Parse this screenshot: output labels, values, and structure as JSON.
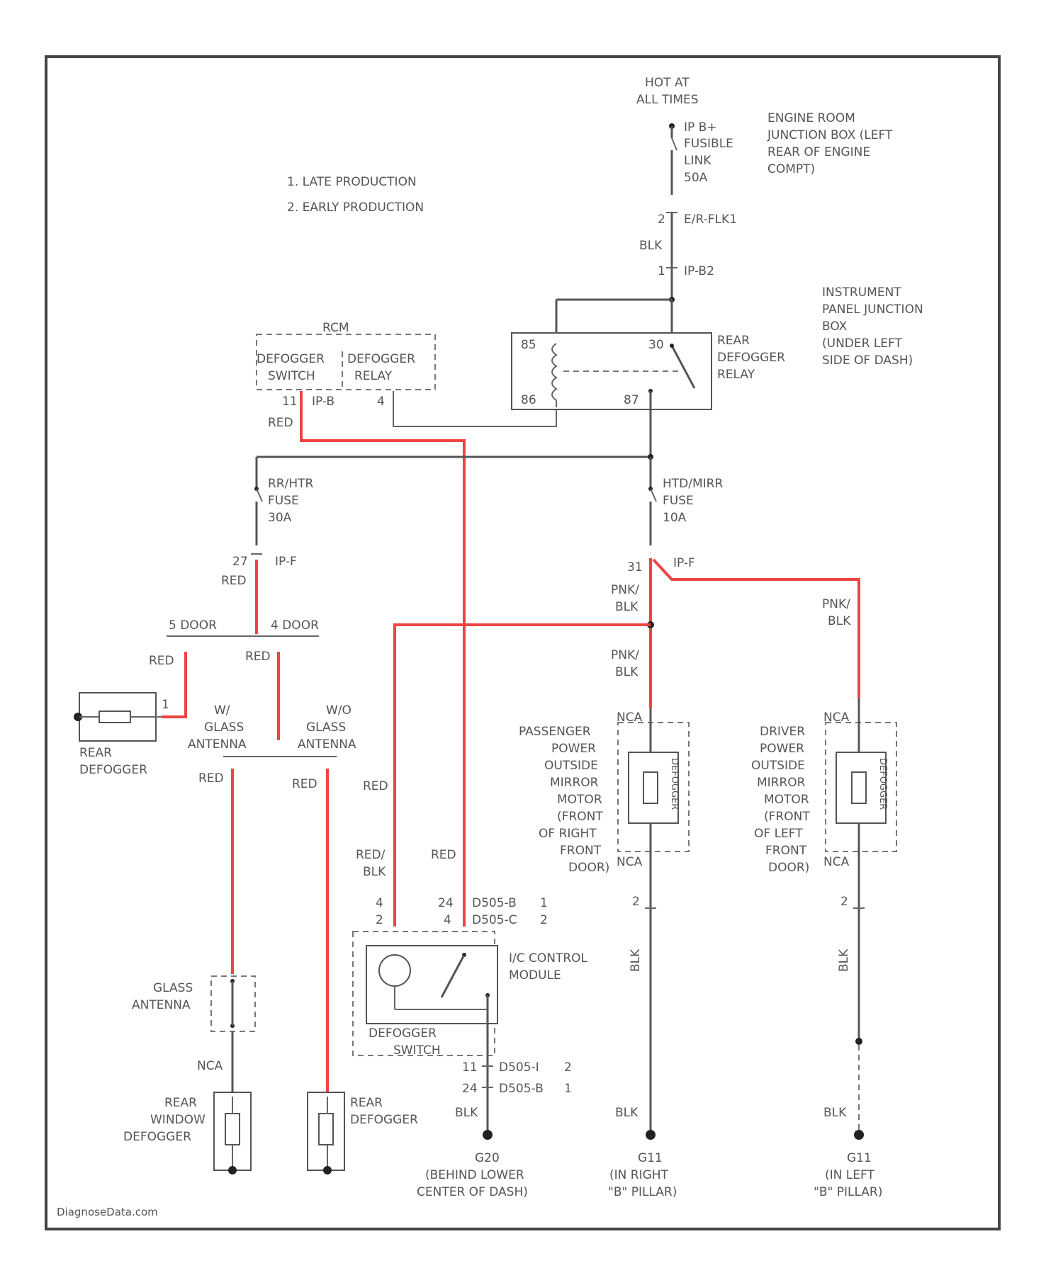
{
  "notes": [
    "1. LATE PRODUCTION",
    "2. EARLY PRODUCTION"
  ],
  "power": {
    "hot_label": [
      "HOT AT",
      "ALL TIMES"
    ],
    "fusible_link": [
      "IP B+",
      "FUSIBLE",
      "LINK",
      "50A"
    ],
    "engine_box": [
      "ENGINE ROOM",
      "JUNCTION BOX (LEFT",
      "REAR OF ENGINE",
      "COMPT)"
    ],
    "conn_er": "E/R-FLK1",
    "conn_er_pin": "2",
    "conn_ip": "IP-B2",
    "conn_ip_pin": "1",
    "wire_color": "BLK"
  },
  "relay": {
    "label": [
      "REAR",
      "DEFOGGER",
      "RELAY"
    ],
    "pins": [
      "85",
      "30",
      "86",
      "87"
    ],
    "ip_box": [
      "INSTRUMENT",
      "PANEL JUNCTION",
      "BOX",
      "(UNDER LEFT",
      "SIDE OF DASH)"
    ]
  },
  "rcm": {
    "title": "RCM",
    "switch_label": [
      "DEFOGGER",
      "SWITCH"
    ],
    "relay_label": [
      "DEFOGGER",
      "RELAY"
    ],
    "pin_a": "11",
    "pin_b": "4",
    "conn": "IP-B",
    "wire": "RED"
  },
  "fuse_left": {
    "label": [
      "RR/HTR",
      "FUSE",
      "30A"
    ],
    "pin": "27",
    "conn": "IP-F",
    "wire": "RED"
  },
  "fuse_right": {
    "label": [
      "HTD/MIRR",
      "FUSE",
      "10A"
    ],
    "pin": "31",
    "conn": "IP-F",
    "wire_a": [
      "PNK/",
      "BLK"
    ],
    "wire_b": [
      "PNK/",
      "BLK"
    ],
    "wire_c": [
      "PNK/",
      "BLK"
    ]
  },
  "door_branch": {
    "left": "5 DOOR",
    "right": "4 DOOR",
    "wire_left": "RED",
    "wire_right": "RED"
  },
  "rear_defogger_left": {
    "label": [
      "REAR",
      "DEFOGGER"
    ],
    "pin": "1"
  },
  "antennas": {
    "w_left": [
      "W/",
      "GLASS",
      "ANTENNA"
    ],
    "wo_right": [
      "W/O",
      "GLASS",
      "ANTENNA"
    ],
    "wire_left": "RED",
    "wire_right": "RED"
  },
  "glass_antenna": {
    "label": [
      "GLASS",
      "ANTENNA"
    ],
    "nca": "NCA"
  },
  "rear_window_defogger": {
    "label": [
      "REAR",
      "WINDOW",
      "DEFOGGER"
    ]
  },
  "rear_defogger_right": {
    "label": [
      "REAR",
      "DEFOGGER"
    ]
  },
  "control_module": {
    "label": [
      "I/C CONTROL",
      "MODULE"
    ],
    "switch_label": [
      "DEFOGGER",
      "SWITCH"
    ],
    "wire_left": "RED",
    "wire_mid": [
      "RED/",
      "BLK"
    ],
    "wire_right": "RED",
    "pins_top": [
      "4",
      "2",
      "24",
      "4",
      "D505-B",
      "D505-C",
      "1",
      "2"
    ],
    "pins_bottom": [
      "11",
      "24",
      "D505-I",
      "D505-B",
      "2",
      "1"
    ],
    "ground_wire": "BLK"
  },
  "passenger_mirror": {
    "label": [
      "PASSENGER",
      "POWER",
      "OUTSIDE",
      "MIRROR",
      "MOTOR",
      "(FRONT",
      "OF RIGHT",
      "FRONT",
      "DOOR)"
    ],
    "nca_top": "NCA",
    "nca_bottom": "NCA",
    "pin": "2",
    "wire": "BLK",
    "inner": "DEFOGGER"
  },
  "driver_mirror": {
    "label": [
      "DRIVER",
      "POWER",
      "OUTSIDE",
      "MIRROR",
      "MOTOR",
      "(FRONT",
      "OF LEFT",
      "FRONT",
      "DOOR)"
    ],
    "nca_top": "NCA",
    "nca_bottom": "NCA",
    "pin": "2",
    "wire": "BLK",
    "inner": "DEFOGGER"
  },
  "grounds": {
    "g20": [
      "G20",
      "(BEHIND LOWER",
      "CENTER OF DASH)"
    ],
    "g_right": [
      "G11",
      "(IN RIGHT",
      "\"B\" PILLAR)"
    ],
    "g_left": [
      "G11",
      "(IN LEFT",
      "\"B\" PILLAR)"
    ],
    "wire_g20": "BLK",
    "wire_right": "BLK",
    "wire_left": "BLK"
  },
  "watermark": "DiagnoseData.com",
  "colors": {
    "hot_wire": "#ee4444",
    "wire": "#555555",
    "background": "#ffffff"
  }
}
